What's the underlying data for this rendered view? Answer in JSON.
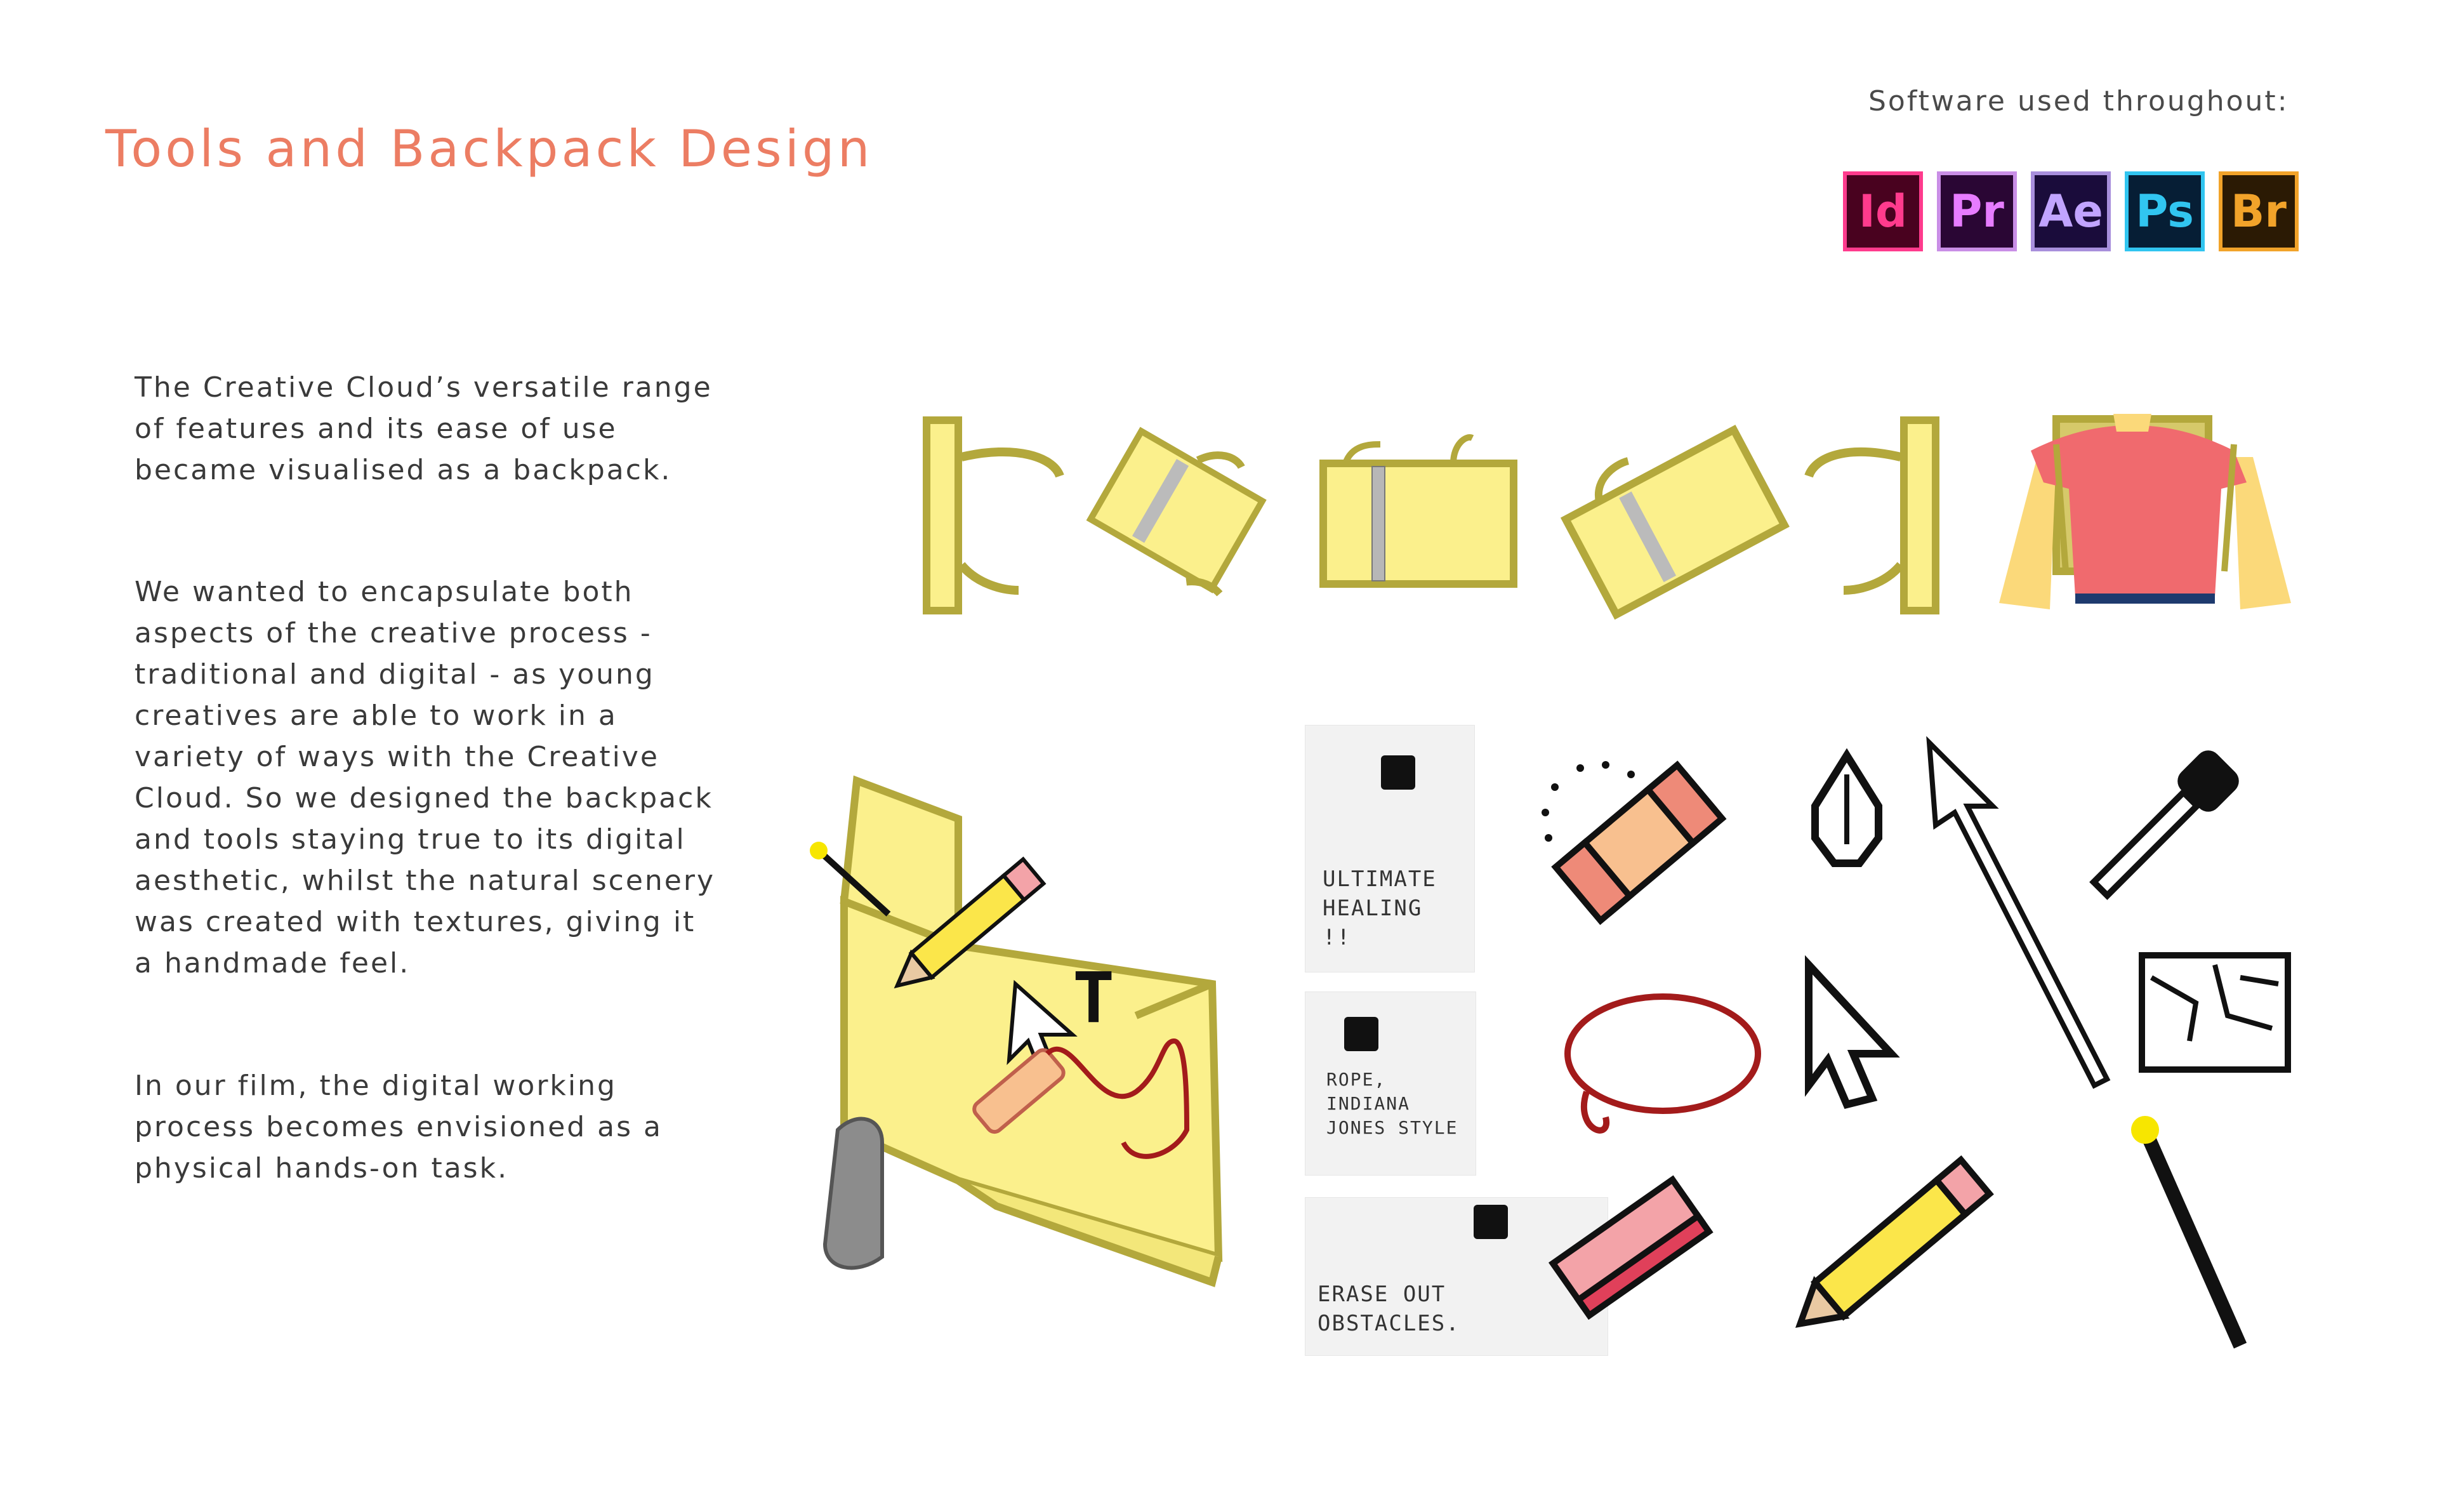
{
  "page": {
    "title": "Tools and Backpack Design",
    "software_label": "Software used throughout:"
  },
  "software": [
    {
      "abbr": "Id",
      "name": "indesign-icon",
      "fg": "#ff3b8d",
      "bg": "#49021f",
      "border": "#ff3b8d"
    },
    {
      "abbr": "Pr",
      "name": "premiere-icon",
      "fg": "#e77cff",
      "bg": "#2a0634",
      "border": "#c98ee6"
    },
    {
      "abbr": "Ae",
      "name": "after-effects-icon",
      "fg": "#c1a4ff",
      "bg": "#1a0c3b",
      "border": "#a88fdc"
    },
    {
      "abbr": "Ps",
      "name": "photoshop-icon",
      "fg": "#31c5f0",
      "bg": "#061e35",
      "border": "#31c5f0"
    },
    {
      "abbr": "Br",
      "name": "bridge-icon",
      "fg": "#f2a32a",
      "bg": "#2b1a04",
      "border": "#f2a32a"
    }
  ],
  "body": {
    "p1": "The Creative Cloud’s versatile range of features and its ease of use became visualised as a backpack.",
    "p2": "We wanted to encapsulate both aspects of the creative process - traditional and digital - as young creatives are able to work in a variety of ways with the Creative Cloud. So we designed the backpack and tools staying true to its digital aesthetic, whilst the natural scenery was created with textures, giving it a handmade feel.",
    "p3": "In our film, the digital working process becomes envisioned as a physical hands-on task."
  },
  "notes": [
    {
      "text": "ULTIMATE HEALING !!",
      "icon": "bandage-icon"
    },
    {
      "text": "ROPE, INDIANA JONES STYLE",
      "icon": "lasso-icon"
    },
    {
      "text": "ERASE OUT OBSTACLES.",
      "icon": "eraser-icon"
    }
  ],
  "colors": {
    "title": "#ec7d63",
    "backpack_fill": "#fbf08c",
    "backpack_outline": "#b3a83c",
    "shirt": "#f06a6e",
    "skin": "#fbd97a"
  }
}
